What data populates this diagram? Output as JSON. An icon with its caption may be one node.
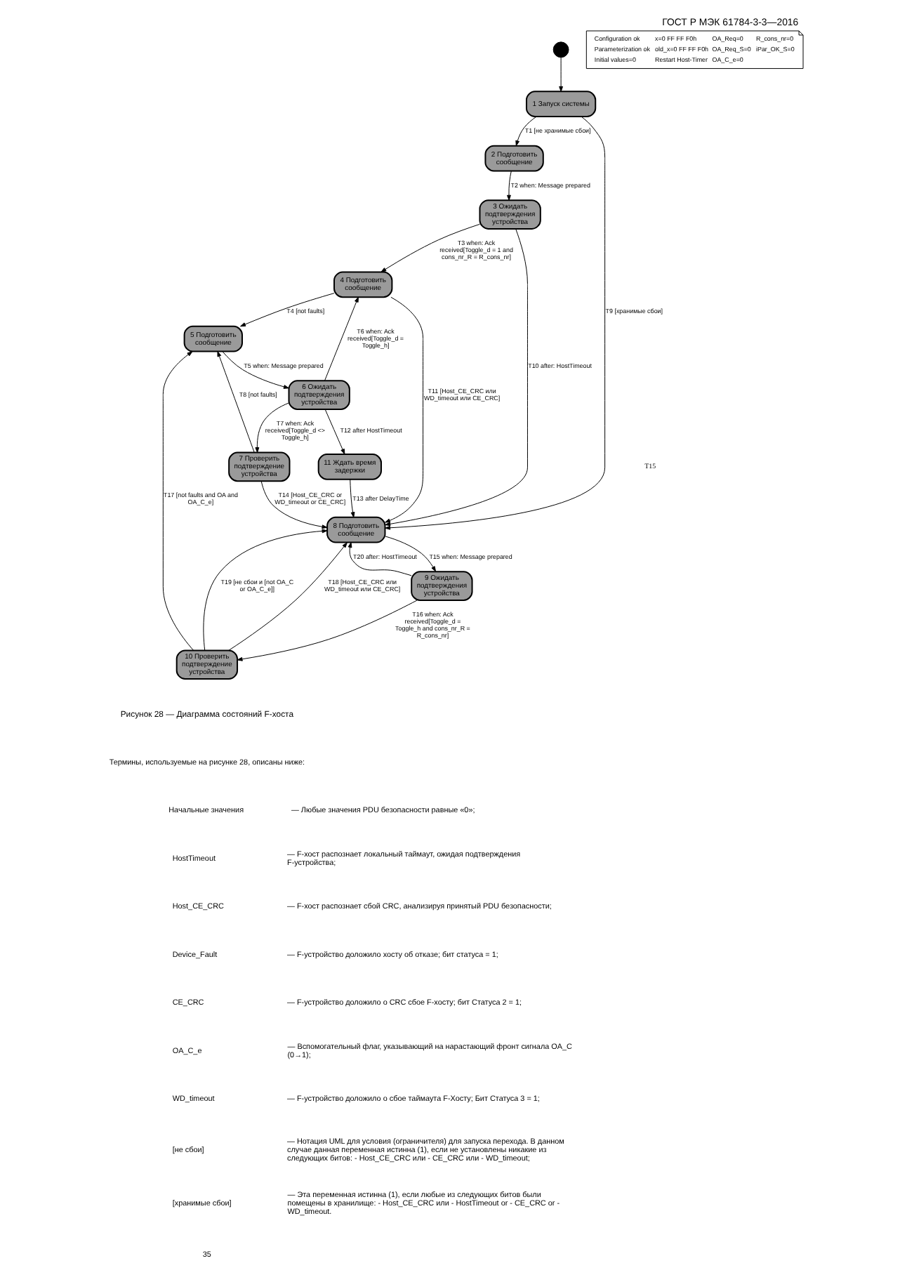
{
  "diagram": {
    "title": "ГОСТ Р МЭК 61784-3-3—2016",
    "caption": "Рисунок 28 — Диаграмма состояний F-хоста",
    "nodes": [
      {
        "text": [],
        "shape": "circle"
      },
      {
        "text": [
          "1 Запуск системы"
        ]
      },
      {
        "text": [
          "2 Подготовить сообщение"
        ]
      },
      {
        "text": [
          "3 Ожидать подтверждения устройства"
        ]
      },
      {
        "text": [
          "4 Подготовить сообщение"
        ]
      },
      {
        "text": [
          "5 Подготовить сообщение"
        ]
      },
      {
        "text": [
          "6 Ожидать подтверждения устройства"
        ]
      },
      {
        "text": [
          "7 Проверить подтверждение устройства"
        ]
      },
      {
        "text": [
          "8 Подготовить сообщение"
        ]
      },
      {
        "text": [
          "9 Ожидать подтверждения устройства"
        ]
      },
      {
        "text": [
          "10 Проверить подтверждение устройства"
        ]
      },
      {
        "text": [
          "11 Ждать время задержки"
        ]
      },
      {
        "text": [
          "Configuration ok",
          "x=0 FF FF F0h",
          "OA_Req=0",
          "R_cons_nr=0",
          "Parameterization ok",
          "old_x=0 FF FF F0h",
          "OA_Req_S=0",
          "iPar_OK_S=0",
          "Initial values=0",
          "Restart Host-Timer",
          "OA_C_e=0"
        ]
      }
    ],
    "edges": [
      {
        "from": 0,
        "to": 1,
        "arrow": "to"
      },
      {
        "from": 1,
        "to": 2,
        "arrow": "to",
        "label": "T1 [не хранимые сбои]"
      },
      {
        "from": 1,
        "to": 8,
        "arrow": "to",
        "label": "T9 [хранимые сбои]"
      },
      {
        "from": 2,
        "to": 3,
        "arrow": "to",
        "label": "T2 when: Message prepared"
      },
      {
        "from": 3,
        "to": 4,
        "arrow": "to",
        "label": "T3 when: Ack received[Toggle_d = 1 and cons_nr_R = R_cons_nr]"
      },
      {
        "from": 3,
        "to": 8,
        "arrow": "to",
        "label": "T10 after: HostTimeout"
      },
      {
        "from": 4,
        "to": 5,
        "arrow": "to",
        "label": "T4 [not faults]"
      },
      {
        "from": 4,
        "to": 8,
        "arrow": "to",
        "label": "T11 [Host_CE_CRC или WD_timeout или CE_CRC]"
      },
      {
        "from": 5,
        "to": 6,
        "arrow": "to",
        "label": "T5 when: Message prepared"
      },
      {
        "from": 6,
        "to": 4,
        "arrow": "to",
        "label": "T6 when: Ack received[Toggle_d = Toggle_h]"
      },
      {
        "from": 6,
        "to": 7,
        "arrow": "to",
        "label": "T7 when: Ack received[Toggle_d <> Toggle_h]"
      },
      {
        "from": 6,
        "to": 11,
        "arrow": "to",
        "label": "T12 after HostTimeout"
      },
      {
        "from": 11,
        "to": 8,
        "arrow": "to",
        "label": "T13 after DelayTime"
      },
      {
        "from": 7,
        "to": 5,
        "arrow": "to",
        "label": "T8 [not faults]"
      },
      {
        "from": 7,
        "to": 8,
        "arrow": "to",
        "label": "T14 [Host_CE_CRC or WD_timeout or CE_CRC]"
      },
      {
        "from": 8,
        "to": 9,
        "arrow": "to",
        "label": "T15 when: Message prepared"
      },
      {
        "from": 9,
        "to": 10,
        "arrow": "to",
        "label": "T16 when: Ack received[Toggle_d = Toggle_h and cons_nr_R = R_cons_nr]"
      },
      {
        "from": 9,
        "to": 8,
        "arrow": "to",
        "label": "T20 after: HostTimeout"
      },
      {
        "from": 10,
        "to": 8,
        "arrow": "to",
        "label": "T19 [не сбои и [not OA_C or OA_C_e]]"
      },
      {
        "from": 10,
        "to": 8,
        "arrow": "to",
        "label": "T18 [Host_CE_CRC или WD_timeout или CE_CRC]"
      },
      {
        "from": 10,
        "to": 5,
        "arrow": "to",
        "label": "T17 [not faults and OA and OA_C_e]"
      }
    ],
    "labels": [
      "T15",
      "Термины, используемые на рисунке 28, описаны ниже:",
      "Начальные значения",
      "— Любые значения PDU безопасности равные «0»;",
      "HostTimeout",
      "— F-хост распознает локальный таймаут, ожидая подтверждения F-устройства;",
      "Host_CE_CRC",
      "— F-хост распознает сбой CRC, анализируя принятый PDU безопасности;",
      "Device_Fault",
      "— F-устройство доложило хосту об отказе; бит статуса = 1;",
      "CE_CRC",
      "— F-устройство доложило о CRC сбое F-хосту; бит Статуса 2 = 1;",
      "OA_C_e",
      "— Вспомогательный флаг, указывающий на нарастающий фронт сигнала OA_C (0→1);",
      "WD_timeout",
      "— F-устройство доложило о сбое таймаута F-Хосту; Бит Статуса 3 = 1;",
      "[не сбои]",
      "— Нотация UML для условия (ограничителя) для запуска перехода. В данном случае данная переменная истинна (1), если не установлены никакие из следующих битов: - Host_CE_CRC или - CE_CRC или - WD_timeout;",
      "[хранимые сбои]",
      "— Эта переменная истинна (1), если любые из следующих битов были помещены в хранилище: - Host_CE_CRC или - HostTimeout or - CE_CRC or - WD_timeout.",
      "35"
    ]
  }
}
